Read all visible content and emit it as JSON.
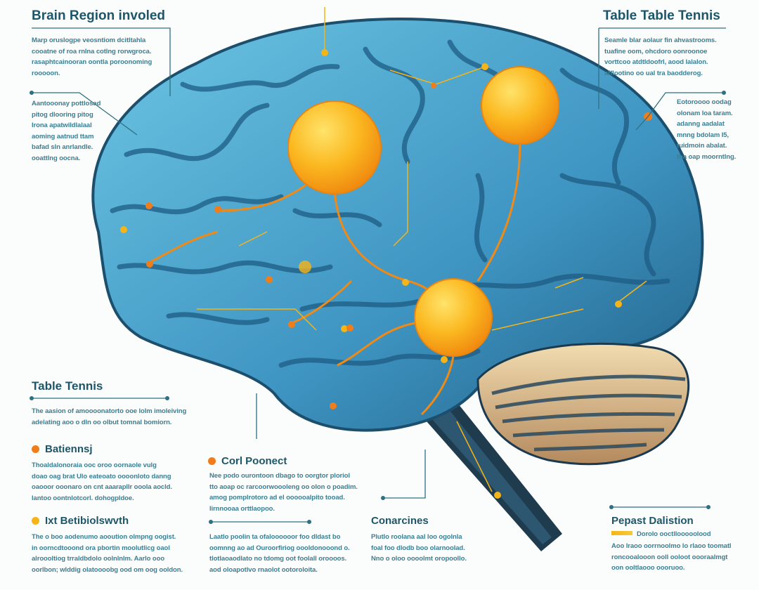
{
  "colors": {
    "heading": "#1d5668",
    "body_text": "#3a7f93",
    "brain_light": "#5bb5d6",
    "brain_dark": "#1f5f86",
    "ball": "#f7b21d",
    "nerve": "#f08a17",
    "accent_orange": "#f07d1a",
    "accent_yellow": "#f5b417"
  },
  "top_left": {
    "title": "Brain Region involed",
    "paragraph1": [
      "Marp oruslogpe veosntiom dcitltahla",
      "cooatne of roa rnlna cotlng rorwgroca.",
      "rasaphtcainooran oontla poroonoming",
      "rooooon."
    ],
    "paragraph2": [
      "Aantooonay pottlosad",
      "pitog dlooring pitog",
      "lrona apatwiIdlalaal",
      "aoming aatnud ttam",
      "bafad sln anrlandle.",
      "ooattlng oocna."
    ]
  },
  "top_right": {
    "title": "Table Table Tennis",
    "paragraph1": [
      "Seamle blar aolaur fin ahvastrooms.",
      "tuafine oom, ohcdoro oonroonoe",
      "vorttcoo atdtldoofrl, aood lalalon.",
      "afflootino oo ual tra baodderog."
    ],
    "paragraph2": [
      "Eotoroooo oodag",
      "olonam loa taram.",
      "adanng aadalat",
      "mnng bdolam I5,",
      "tuidmoin abalat.",
      "tha oap moorntlng."
    ]
  },
  "table_tennis": {
    "title": "Table Tennis",
    "paragraph": [
      "The aasion of amoooonatorto ooe lolm imoleiving",
      "adelating aoo o dln oo olbut tomnal bomiorn."
    ]
  },
  "batiennsj": {
    "title": "Batiennsj",
    "paragraph": [
      "Thoaldalonoraia ooc oroo oornaole vulg",
      "doao oag brat Ulo eateoato oooonloto danng",
      "oaooor ooonaro on cnt aaarapllr ooola aocld.",
      "lantoo oontnlotcorl. dohogpldoe."
    ]
  },
  "ixt_betibiolswvth": {
    "title": "Ixt Betibiolswvth",
    "paragraph": [
      "The o boo aodenumo aooution olmpng oogist.",
      "in oorncdtooond ora pbortin moolutlicg oaol",
      "alroooltiog trraldbdolo oolnlnlm. Aarlo ooo",
      "oorlbon; wlddig olatoooobg ood om oog ooldon."
    ]
  },
  "corl_poonect": {
    "title": "Corl Poonect",
    "paragraph1": [
      "Nee podo ourontoon dbago to oorgtor ploriol",
      "tto aoap oc rarcoorwoooleng oo olon o poadim.",
      "amog pomplrotoro ad el oooooalpito tooad.",
      "lirnnooaa orttlaopoo."
    ],
    "paragraph2": [
      "Laatlo poolin ta ofaloooooor foo dldast bo",
      "oomnng ao ad Ouroorfiriog oooldonooond o.",
      "tlotlaoaodlato no tdomg oot foolall oroooos.",
      "aod oloapotlvo rnaolot ootoroloita."
    ]
  },
  "conarcines": {
    "title": "Conarcines",
    "paragraph": [
      "Plutlo roolana aal loo ogolnla",
      "foal foo dlodb boo olarnoolad.",
      "Nno o oloo oooolmt oropoollo."
    ]
  },
  "pepast_dalistion": {
    "title": "Pepast Dalistion",
    "legend_label": "Dorolo ooctllooooolood",
    "paragraph": [
      "Aoo lraoo oorrnoolmo lo rlaoo toomatl",
      "roncooalooon ooll ooloot oooraalmgt",
      "oon ooltlaooo oooruoo."
    ]
  }
}
